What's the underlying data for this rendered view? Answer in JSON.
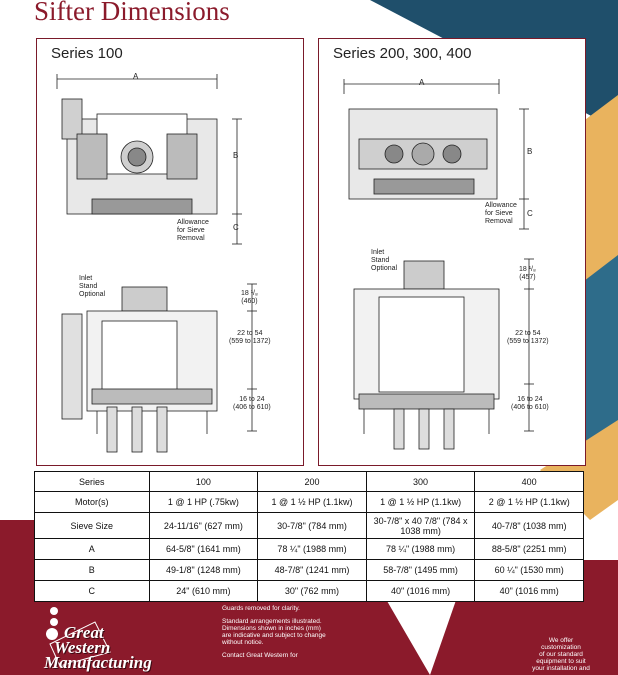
{
  "page_title": "Sifter Dimensions",
  "panels": {
    "left": {
      "title": "Series  100",
      "dim_a": "A",
      "dim_b": "B",
      "dim_c": "C",
      "allowance_note": [
        "Allowance",
        "for Sieve",
        "Removal"
      ],
      "inlet_note": [
        "Inlet",
        "Stand",
        "Optional"
      ],
      "dim_inlet": [
        "18 ¹/₈",
        "(460)"
      ],
      "dim_height": [
        "22 to 54",
        "(559 to 1372)"
      ],
      "dim_legs": [
        "16 to 24",
        "(406 to 610)"
      ]
    },
    "right": {
      "title": "Series  200, 300, 400",
      "dim_a": "A",
      "dim_b": "B",
      "dim_c": "C",
      "allowance_note": [
        "Allowance",
        "for Sieve",
        "Removal"
      ],
      "inlet_note": [
        "Inlet",
        "Stand",
        "Optional"
      ],
      "dim_inlet": [
        "18 ¹/₈",
        "(457)"
      ],
      "dim_height": [
        "22 to 54",
        "(559 to 1372)"
      ],
      "dim_legs": [
        "16 to 24",
        "(406 to 610)"
      ]
    }
  },
  "spec_table": {
    "headers": [
      "Series",
      "100",
      "200",
      "300",
      "400"
    ],
    "rows": [
      [
        "Motor(s)",
        "1 @ 1 HP (.75kw)",
        "1 @ 1 ½ HP (1.1kw)",
        "1 @ 1 ½ HP (1.1kw)",
        "2 @ 1 ½ HP (1.1kw)"
      ],
      [
        "Sieve Size",
        "24-11/16\" (627 mm)",
        "30-7/8\" (784 mm)",
        "30-7/8\" x 40 7/8\" (784 x 1038 mm)",
        "40-7/8\" (1038 mm)"
      ],
      [
        "A",
        "64-5/8\"  (1641 mm)",
        "78 ¼\" (1988 mm)",
        "78 ¼\" (1988 mm)",
        "88-5/8\" (2251 mm)"
      ],
      [
        "B",
        "49-1/8\" (1248 mm)",
        "48-7/8\" (1241 mm)",
        "58-7/8\" (1495 mm)",
        "60 ¼\" (1530 mm)"
      ],
      [
        "C",
        "24\" (610 mm)",
        "30\" (762 mm)",
        "40\" (1016 mm)",
        "40\" (1016 mm)"
      ]
    ]
  },
  "footnotes": {
    "guards": "Guards removed for clarity.",
    "standard": [
      "Standard arrangements illustrated.",
      "Dimensions shown in inches (mm)",
      "are indicative and subject to change",
      "without notice."
    ],
    "contact": "Contact Great Western for"
  },
  "offer": [
    "We offer",
    "customization",
    "of our standard",
    "equipment to suit",
    "your installation and"
  ],
  "logo": {
    "line1": "Great",
    "line2": "Western",
    "line3": "Manufacturing"
  },
  "colors": {
    "maroon": "#8b1a2b",
    "navy": "#1f4f6b",
    "gold": "#e9b35e",
    "teal": "#2e6c8a",
    "panel_border": "#7a1a2a"
  }
}
